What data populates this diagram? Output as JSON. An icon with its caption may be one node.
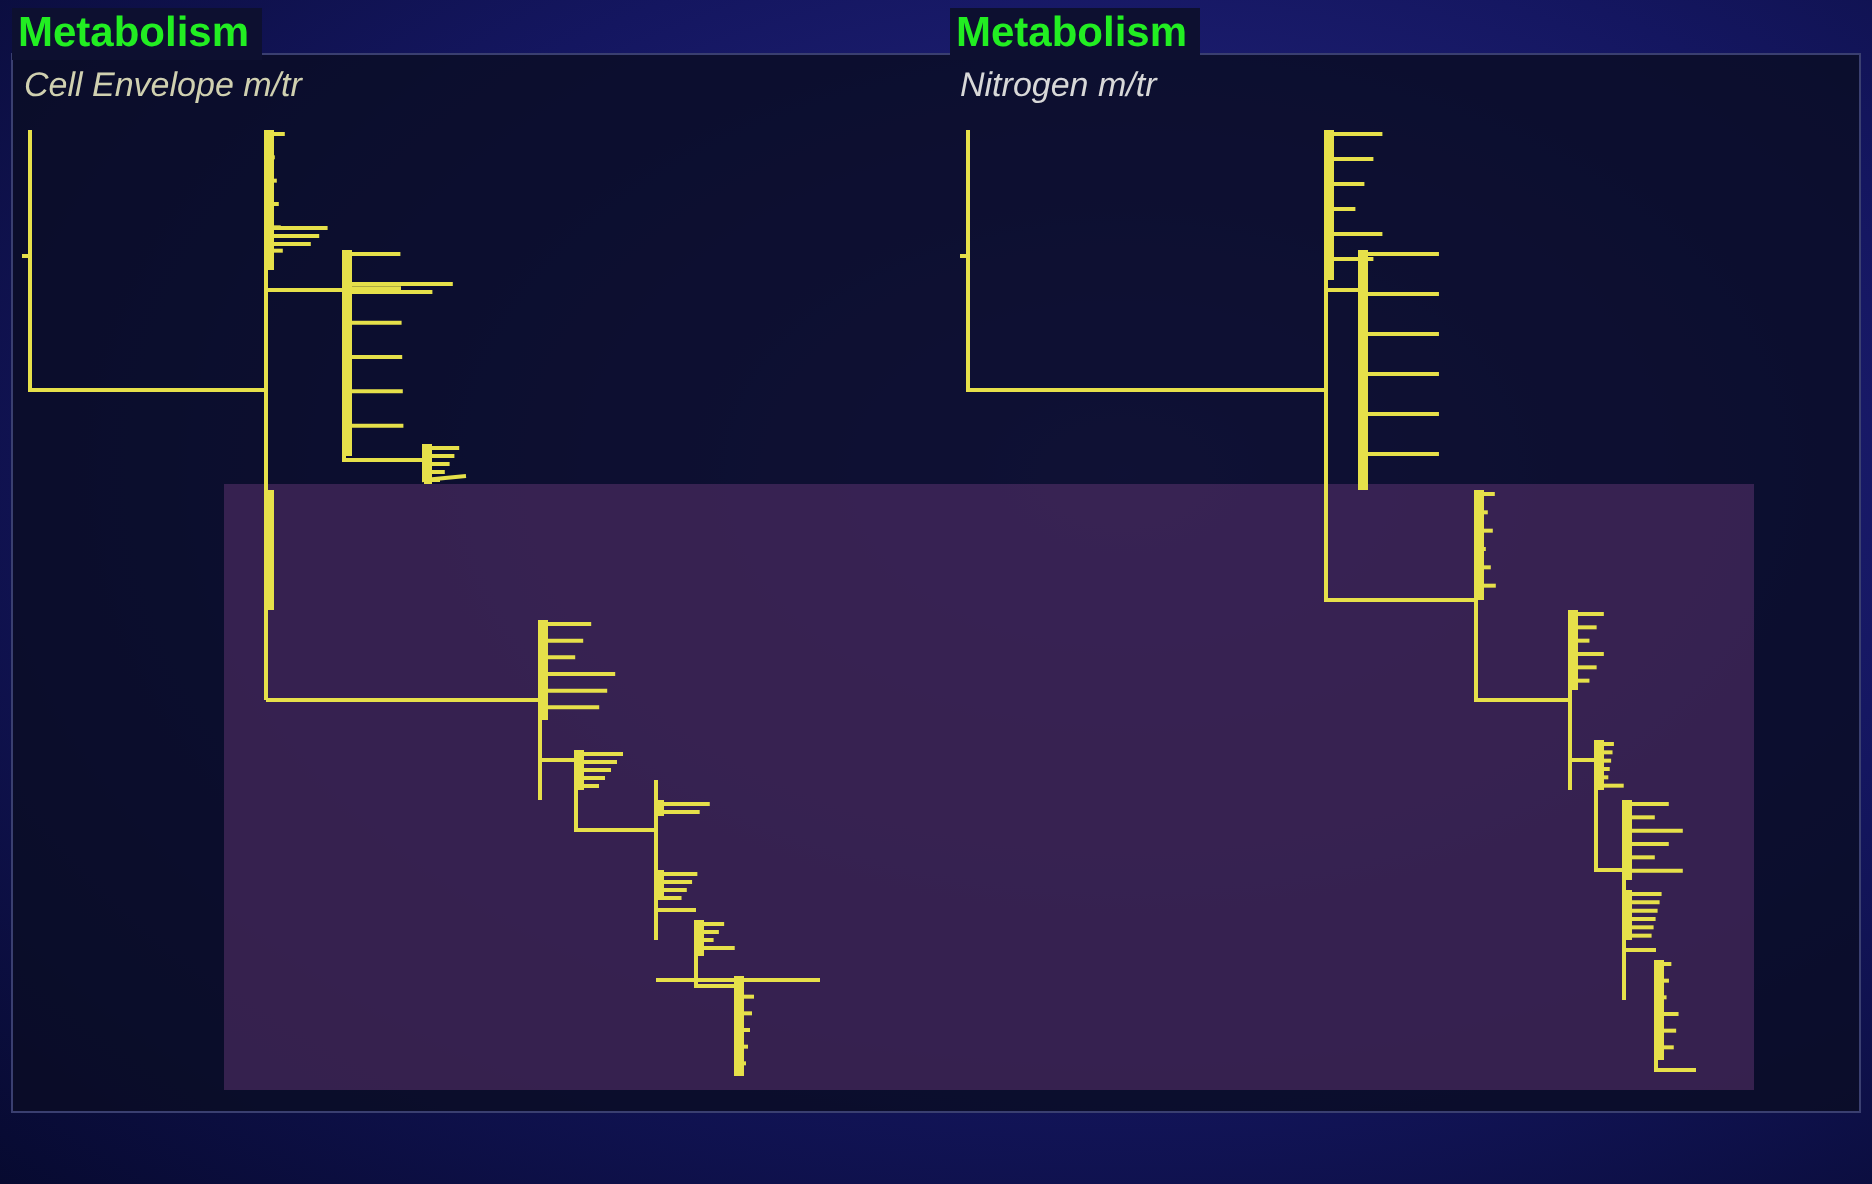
{
  "diagram": {
    "labels": [
      "Metabolism",
      "Cell Envelope m/tr",
      "Metabolism",
      "Nitrogen m/tr"
    ]
  }
}
